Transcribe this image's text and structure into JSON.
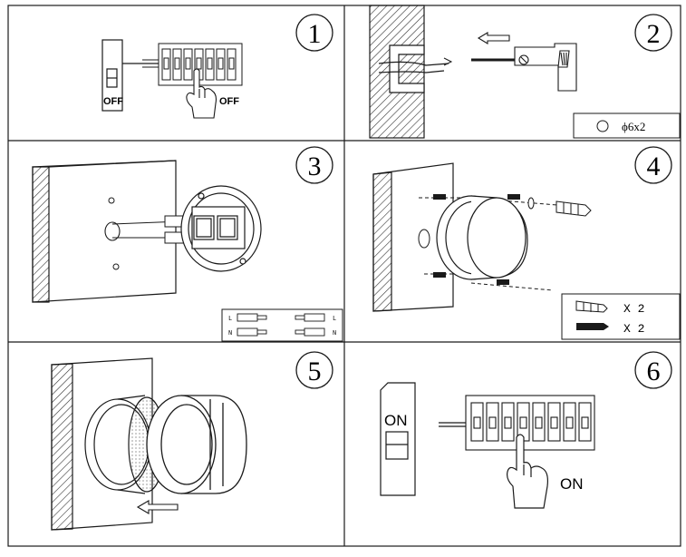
{
  "steps": [
    {
      "number": "1",
      "label_left": "OFF",
      "label_right": "OFF"
    },
    {
      "number": "2",
      "legend": "ϕ6x2"
    },
    {
      "number": "3",
      "legend_rows": [
        "L",
        "N",
        "L",
        "N"
      ]
    },
    {
      "number": "4",
      "legend_rows": [
        "X 2",
        "X 2"
      ]
    },
    {
      "number": "5"
    },
    {
      "number": "6",
      "label_left": "ON",
      "label_right": "ON"
    }
  ],
  "colors": {
    "line": "#1a1a1a",
    "hatch": "#333333",
    "background": "#ffffff"
  }
}
